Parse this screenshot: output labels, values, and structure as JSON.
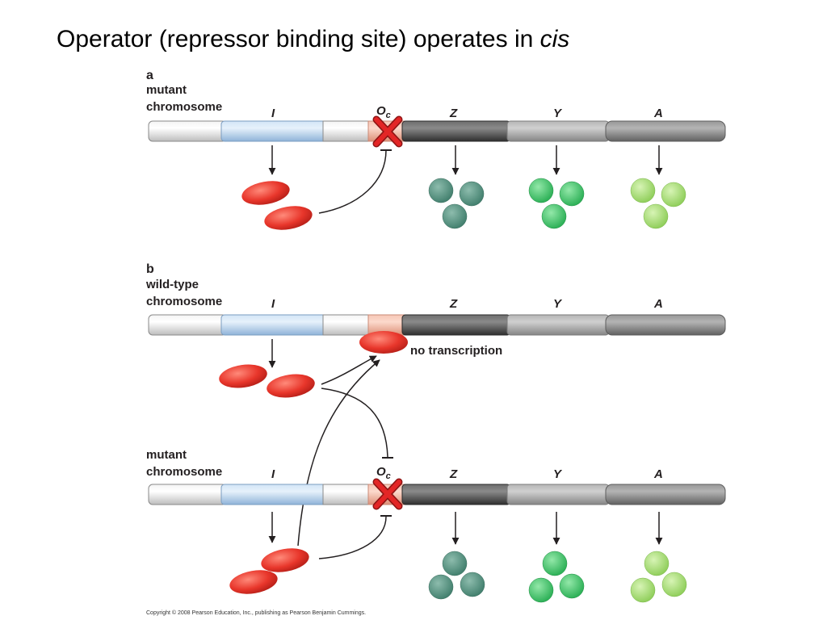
{
  "title": {
    "main": "Operator (repressor binding site) operates in ",
    "italic": "cis"
  },
  "panel_a": {
    "letter": "a",
    "chromosome_label_line1": "mutant",
    "chromosome_label_line2": "chromosome"
  },
  "panel_b": {
    "letter": "b",
    "wildtype_label_line1": "wild-type",
    "wildtype_label_line2": "chromosome",
    "no_transcription": "no transcription",
    "mutant_label_line1": "mutant",
    "mutant_label_line2": "chromosome"
  },
  "genes": {
    "i": "I",
    "o": "O",
    "o_sub": "c",
    "z": "Z",
    "y": "Y",
    "a": "A"
  },
  "colors": {
    "i_gene": "#b8d4ee",
    "operator": "#f4b8a4",
    "z_gene": "#555555",
    "y_gene": "#a4a4a4",
    "a_gene": "#858585",
    "repressor": "#e8362b",
    "z_protein": "#4f8f7c",
    "y_protein": "#3dc46a",
    "a_protein": "#a6de74",
    "x_mark": "#e32626"
  },
  "copyright": "Copyright © 2008 Pearson Education, Inc., publishing as Pearson Benjamin Cummings."
}
